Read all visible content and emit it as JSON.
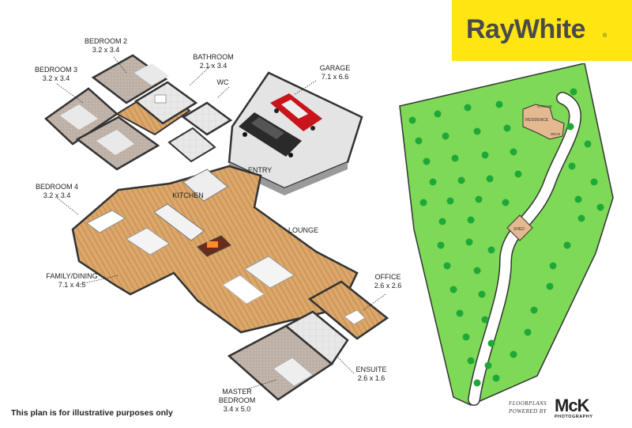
{
  "brand": {
    "name": "RayWhite",
    "trademark": "®",
    "bg_color": "#ffe512",
    "text_color": "#4a4a4a"
  },
  "rooms": {
    "bedroom2": {
      "name": "BEDROOM 2",
      "size": "3.2 x 3.4"
    },
    "bathroom": {
      "name": "BATHROOM",
      "size": "2.1 x 3.4"
    },
    "garage": {
      "name": "GARAGE",
      "size": "7.1 x 6.6"
    },
    "bedroom3": {
      "name": "BEDROOM 3",
      "size": "3.2 x 3.4"
    },
    "wc": {
      "name": "WC"
    },
    "entry": {
      "name": "ENTRY"
    },
    "bedroom4": {
      "name": "BEDROOM  4",
      "size": "3.2 x 3.4"
    },
    "kitchen": {
      "name": "KITCHEN"
    },
    "lounge": {
      "name": "LOUNGE"
    },
    "family_dining": {
      "name": "FAMILY/DINING",
      "size": "7.1 x 4.5"
    },
    "office": {
      "name": "OFFICE",
      "size": "2.6 x 2.6"
    },
    "ensuite": {
      "name": "ENSUITE",
      "size": "2.6 x 1.6"
    },
    "master": {
      "name": "MASTER",
      "name2": "BEDROOM",
      "size": "3.4 x 5.0"
    }
  },
  "site": {
    "garage": "GARAGE",
    "residence": "RESIDENCE",
    "deck": "DECK",
    "shed": "SHED",
    "lawn_color": "#7ed957",
    "tree_color": "#1fa83a"
  },
  "disclaimer": "This plan is for illustrative purposes only",
  "credit": {
    "line1": "FLOORPLANS",
    "line2": "POWERED BY",
    "brand": "McK",
    "sub": "PHOTOGRAPHY"
  }
}
